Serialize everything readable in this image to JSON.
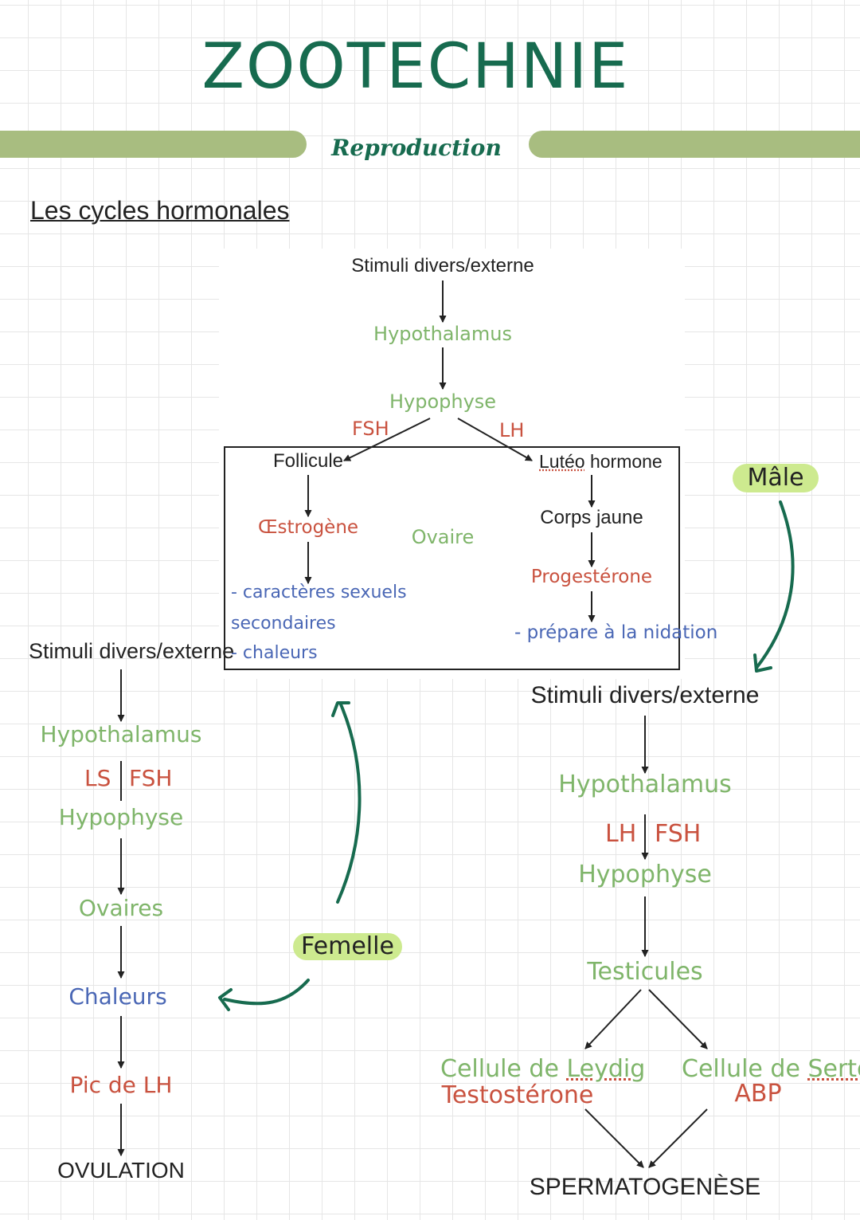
{
  "title": "ZOOTECHNIE",
  "subtitle": "Reproduction",
  "section_heading": "Les cycles hormonales",
  "cycle_top": {
    "stimuli": "Stimuli divers/externe",
    "hypothalamus": "Hypothalamus",
    "hypophyse": "Hypophyse",
    "fsh": "FSH",
    "lh": "LH",
    "follicule": "Follicule",
    "oestrogene": "Œstrogène",
    "ovaire": "Ovaire",
    "luteo_1": "Lutéo",
    "luteo_2": " hormone",
    "corps_jaune": "Corps jaune",
    "progesterone": "Progestérone",
    "effets_1": "- caractères sexuels",
    "effets_2": "secondaires",
    "effets_3": "- chaleurs",
    "nidation": "- prépare à la nidation"
  },
  "femelle": {
    "label": "Femelle",
    "stimuli": "Stimuli divers/externe",
    "hypothalamus": "Hypothalamus",
    "ls": "LS",
    "fsh": "FSH",
    "hypophyse": "Hypophyse",
    "ovaires": "Ovaires",
    "chaleurs": "Chaleurs",
    "pic": "Pic de LH",
    "ovulation": "OVULATION"
  },
  "male": {
    "label": "Mâle",
    "stimuli": "Stimuli divers/externe",
    "hypothalamus": "Hypothalamus",
    "lh": "LH",
    "fsh": "FSH",
    "hypophyse": "Hypophyse",
    "testicules": "Testicules",
    "leydig_1": "Cellule de ",
    "leydig_2": "Leydig",
    "testosterone": "Testostérone",
    "sertoli_1": "Cellule de ",
    "sertoli_2": "Sertoli",
    "abp": "ABP",
    "spermatogenese": "SPERMATOGENÈSE"
  },
  "colors": {
    "title": "#176b4f",
    "band": "#a8bd80",
    "pill": "#cdea8f",
    "green_text": "#7fb56a",
    "red_text": "#c9523f",
    "blue_text": "#4a67b5",
    "curved_arrow": "#176b4f"
  }
}
